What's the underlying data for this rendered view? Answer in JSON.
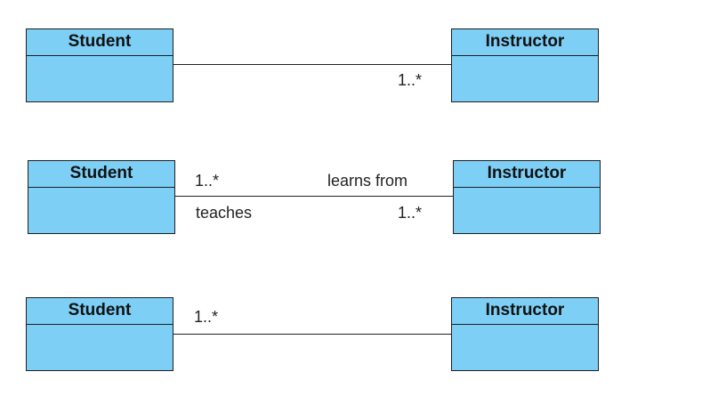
{
  "diagrams": [
    {
      "left_class": "Student",
      "right_class": "Instructor",
      "right_multiplicity": "1..*"
    },
    {
      "left_class": "Student",
      "right_class": "Instructor",
      "left_multiplicity": "1..*",
      "left_role": "teaches",
      "right_role": "learns from",
      "right_multiplicity": "1..*"
    },
    {
      "left_class": "Student",
      "right_class": "Instructor",
      "left_multiplicity": "1..*"
    }
  ],
  "colors": {
    "class_fill": "#7dcff5",
    "class_border": "#1f1f1f",
    "line": "#222222"
  }
}
